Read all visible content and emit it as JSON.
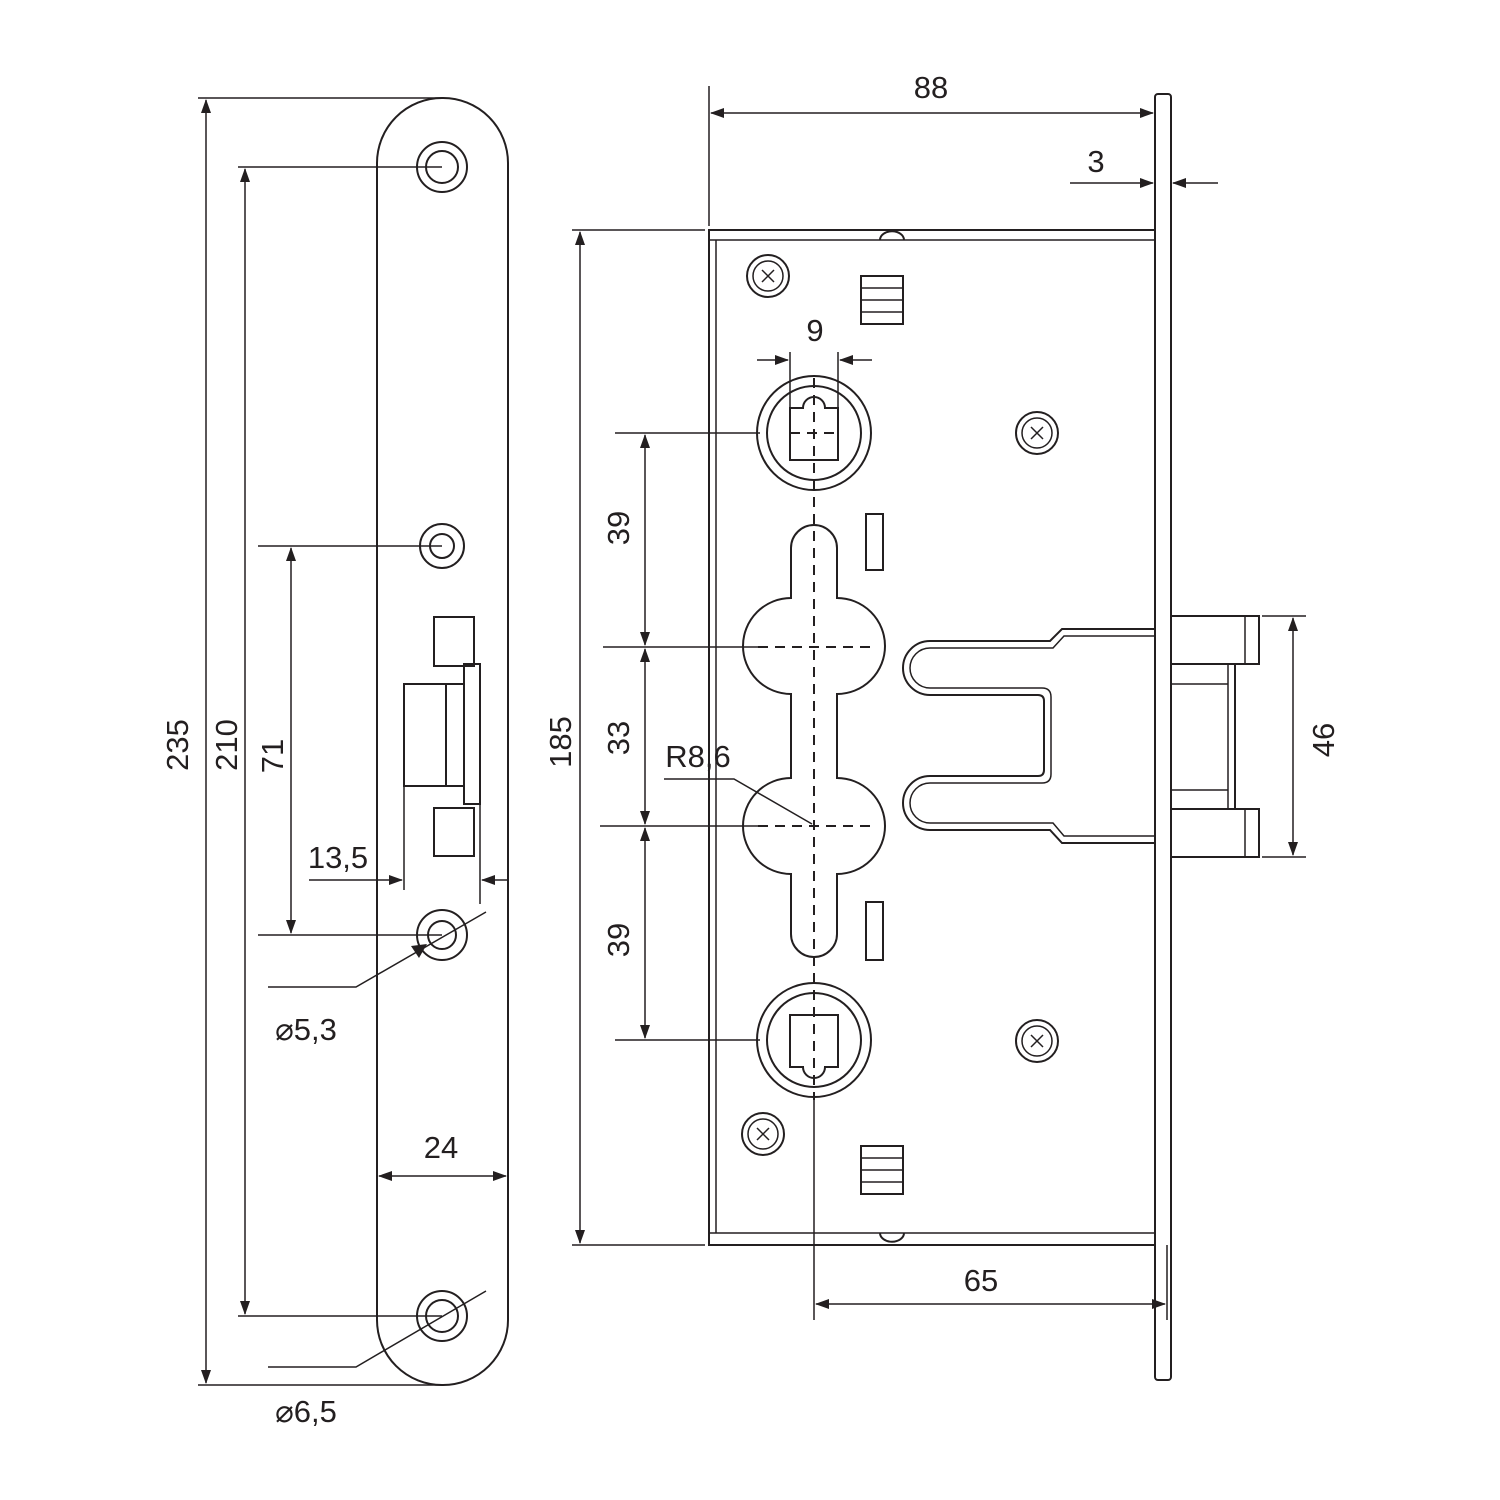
{
  "dimensions": {
    "strike_length": "235",
    "screw_spacing_outer": "210",
    "latch_offset": "71",
    "latch_depth": "13,5",
    "hole_small": "⌀5,3",
    "hole_large": "⌀6,5",
    "strike_width": "24",
    "backset_total": "88",
    "faceplate_thickness": "3",
    "case_height": "185",
    "spindle_square": "9",
    "upper_gap": "39",
    "center_distance": "33",
    "lower_gap": "39",
    "cylinder_radius": "R8,6",
    "backset": "65",
    "bolt_height": "46"
  },
  "colors": {
    "ink": "#231f20",
    "background": "#ffffff"
  }
}
